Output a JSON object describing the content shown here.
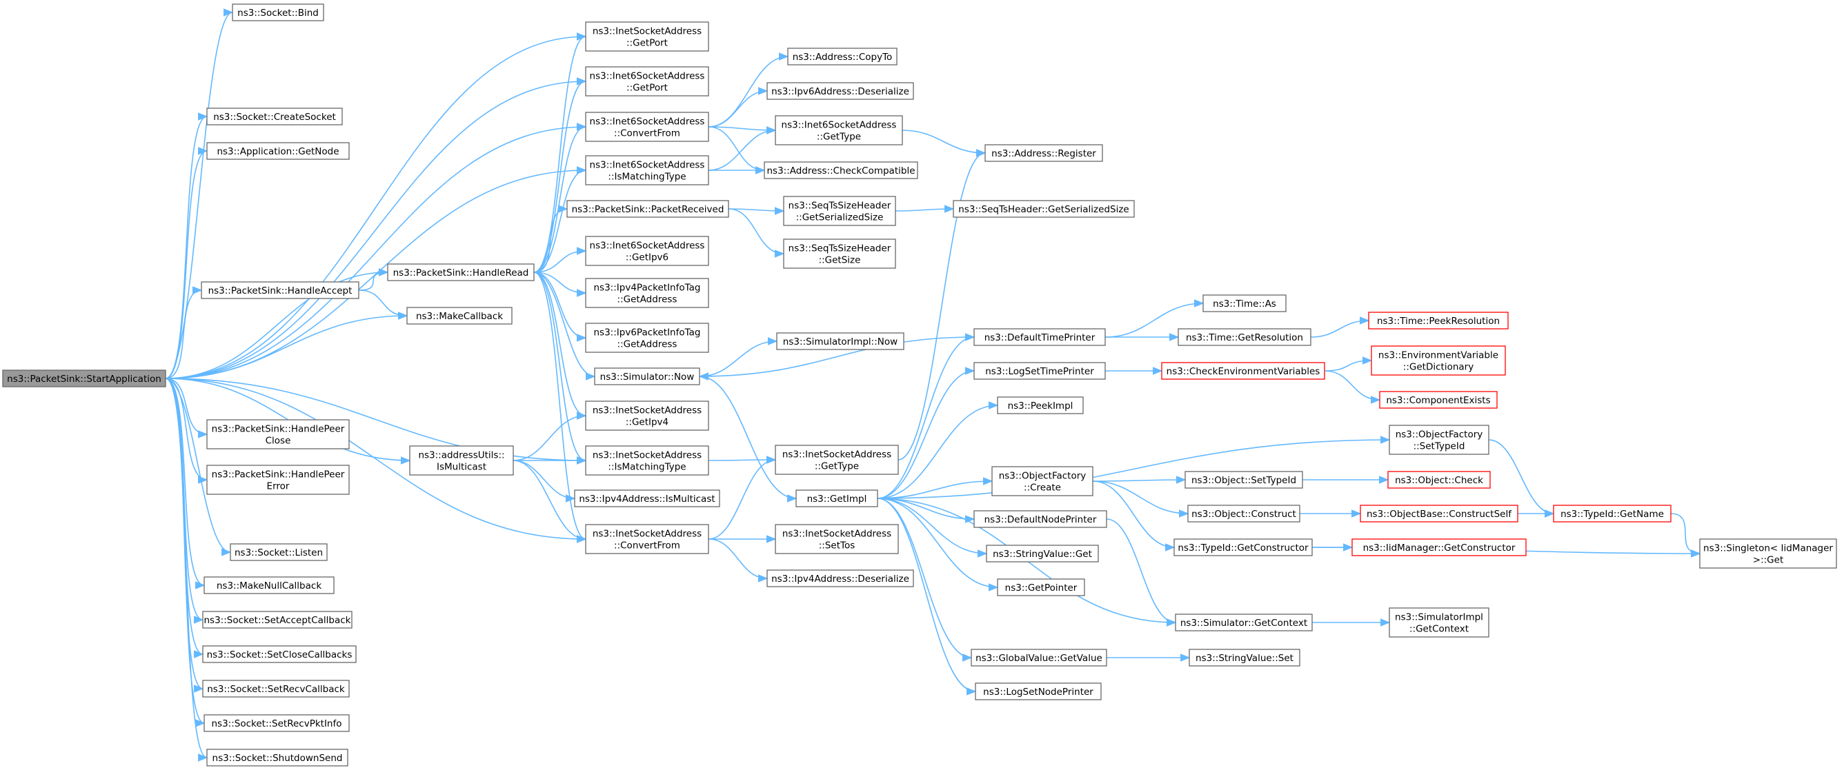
{
  "colors": {
    "edge": "#63b8ff",
    "border": "#666666",
    "red_border": "#ff0000",
    "root_fill": "#999999",
    "background": "#ffffff"
  },
  "nodes": [
    {
      "id": "root",
      "lines": [
        "ns3::PacketSink::StartApplication"
      ],
      "style": "root"
    },
    {
      "id": "sock_bind",
      "lines": [
        "ns3::Socket::Bind"
      ]
    },
    {
      "id": "inet_getport",
      "lines": [
        "ns3::InetSocketAddress",
        "::GetPort"
      ]
    },
    {
      "id": "inet6_getport",
      "lines": [
        "ns3::Inet6SocketAddress",
        "::GetPort"
      ]
    },
    {
      "id": "sock_create",
      "lines": [
        "ns3::Socket::CreateSocket"
      ]
    },
    {
      "id": "app_getnode",
      "lines": [
        "ns3::Application::GetNode"
      ]
    },
    {
      "id": "inet6_convert",
      "lines": [
        "ns3::Inet6SocketAddress",
        "::ConvertFrom"
      ]
    },
    {
      "id": "inet6_ismatch",
      "lines": [
        "ns3::Inet6SocketAddress",
        "::IsMatchingType"
      ]
    },
    {
      "id": "ps_pktrecv",
      "lines": [
        "ns3::PacketSink::PacketReceived"
      ]
    },
    {
      "id": "inet6_getipv6",
      "lines": [
        "ns3::Inet6SocketAddress",
        "::GetIpv6"
      ]
    },
    {
      "id": "ps_handleread",
      "lines": [
        "ns3::PacketSink::HandleRead"
      ]
    },
    {
      "id": "ps_handleaccept",
      "lines": [
        "ns3::PacketSink::HandleAccept"
      ]
    },
    {
      "id": "makecallback",
      "lines": [
        "ns3::MakeCallback"
      ]
    },
    {
      "id": "ipv4pkt_getaddr",
      "lines": [
        "ns3::Ipv4PacketInfoTag",
        "::GetAddress"
      ]
    },
    {
      "id": "ipv6pkt_getaddr",
      "lines": [
        "ns3::Ipv6PacketInfoTag",
        "::GetAddress"
      ]
    },
    {
      "id": "sim_now",
      "lines": [
        "ns3::Simulator::Now"
      ]
    },
    {
      "id": "inet_getipv4",
      "lines": [
        "ns3::InetSocketAddress",
        "::GetIpv4"
      ]
    },
    {
      "id": "ps_peerclose",
      "lines": [
        "ns3::PacketSink::HandlePeer",
        "Close"
      ]
    },
    {
      "id": "addr_ismulticast",
      "lines": [
        "ns3::addressUtils::",
        "IsMulticast"
      ]
    },
    {
      "id": "inet_ismatch",
      "lines": [
        "ns3::InetSocketAddress",
        "::IsMatchingType"
      ]
    },
    {
      "id": "ps_peererror",
      "lines": [
        "ns3::PacketSink::HandlePeer",
        "Error"
      ]
    },
    {
      "id": "ipv4_ismulticast",
      "lines": [
        "ns3::Ipv4Address::IsMulticast"
      ]
    },
    {
      "id": "inet_convert",
      "lines": [
        "ns3::InetSocketAddress",
        "::ConvertFrom"
      ]
    },
    {
      "id": "sock_listen",
      "lines": [
        "ns3::Socket::Listen"
      ]
    },
    {
      "id": "makenullcb",
      "lines": [
        "ns3::MakeNullCallback"
      ]
    },
    {
      "id": "sock_setaccept",
      "lines": [
        "ns3::Socket::SetAcceptCallback"
      ]
    },
    {
      "id": "sock_setclose",
      "lines": [
        "ns3::Socket::SetCloseCallbacks"
      ]
    },
    {
      "id": "sock_setrecv",
      "lines": [
        "ns3::Socket::SetRecvCallback"
      ]
    },
    {
      "id": "sock_setrecvpkt",
      "lines": [
        "ns3::Socket::SetRecvPktInfo"
      ]
    },
    {
      "id": "sock_shutdown",
      "lines": [
        "ns3::Socket::ShutdownSend"
      ]
    },
    {
      "id": "addr_copyto",
      "lines": [
        "ns3::Address::CopyTo"
      ]
    },
    {
      "id": "ipv6_deser",
      "lines": [
        "ns3::Ipv6Address::Deserialize"
      ]
    },
    {
      "id": "inet6_gettype",
      "lines": [
        "ns3::Inet6SocketAddress",
        "::GetType"
      ]
    },
    {
      "id": "addr_checkcompat",
      "lines": [
        "ns3::Address::CheckCompatible"
      ]
    },
    {
      "id": "seqts_getser",
      "lines": [
        "ns3::SeqTsSizeHeader",
        "::GetSerializedSize"
      ]
    },
    {
      "id": "seqts_getsize",
      "lines": [
        "ns3::SeqTsSizeHeader",
        "::GetSize"
      ]
    },
    {
      "id": "simimpl_now",
      "lines": [
        "ns3::SimulatorImpl::Now"
      ]
    },
    {
      "id": "inet_gettype",
      "lines": [
        "ns3::InetSocketAddress",
        "::GetType"
      ]
    },
    {
      "id": "getimpl",
      "lines": [
        "ns3::GetImpl"
      ]
    },
    {
      "id": "inet_settos",
      "lines": [
        "ns3::InetSocketAddress",
        "::SetTos"
      ]
    },
    {
      "id": "ipv4_deser",
      "lines": [
        "ns3::Ipv4Address::Deserialize"
      ]
    },
    {
      "id": "addr_register",
      "lines": [
        "ns3::Address::Register"
      ]
    },
    {
      "id": "seqtshdr_getser",
      "lines": [
        "ns3::SeqTsHeader::GetSerializedSize"
      ]
    },
    {
      "id": "deftimeprinter",
      "lines": [
        "ns3::DefaultTimePrinter"
      ]
    },
    {
      "id": "logsettime",
      "lines": [
        "ns3::LogSetTimePrinter"
      ]
    },
    {
      "id": "peekimpl",
      "lines": [
        "ns3::PeekImpl"
      ]
    },
    {
      "id": "objfact_create",
      "lines": [
        "ns3::ObjectFactory",
        "::Create"
      ]
    },
    {
      "id": "defnodeprinter",
      "lines": [
        "ns3::DefaultNodePrinter"
      ]
    },
    {
      "id": "strval_get",
      "lines": [
        "ns3::StringValue::Get"
      ]
    },
    {
      "id": "getpointer",
      "lines": [
        "ns3::GetPointer"
      ]
    },
    {
      "id": "globval_getvalue",
      "lines": [
        "ns3::GlobalValue::GetValue"
      ]
    },
    {
      "id": "logsetnode",
      "lines": [
        "ns3::LogSetNodePrinter"
      ]
    },
    {
      "id": "time_as",
      "lines": [
        "ns3::Time::As"
      ]
    },
    {
      "id": "time_getres",
      "lines": [
        "ns3::Time::GetResolution"
      ]
    },
    {
      "id": "checkenv",
      "lines": [
        "ns3::CheckEnvironmentVariables"
      ],
      "style": "red"
    },
    {
      "id": "obj_settypeid",
      "lines": [
        "ns3::Object::SetTypeId"
      ]
    },
    {
      "id": "obj_construct",
      "lines": [
        "ns3::Object::Construct"
      ]
    },
    {
      "id": "typeid_getctor",
      "lines": [
        "ns3::TypeId::GetConstructor"
      ]
    },
    {
      "id": "sim_getcontext",
      "lines": [
        "ns3::Simulator::GetContext"
      ]
    },
    {
      "id": "strval_set",
      "lines": [
        "ns3::StringValue::Set"
      ]
    },
    {
      "id": "time_peekres",
      "lines": [
        "ns3::Time::PeekResolution"
      ],
      "style": "red"
    },
    {
      "id": "envvar_getdict",
      "lines": [
        "ns3::EnvironmentVariable",
        "::GetDictionary"
      ],
      "style": "red"
    },
    {
      "id": "compexists",
      "lines": [
        "ns3::ComponentExists"
      ],
      "style": "red"
    },
    {
      "id": "objfact_settypeid",
      "lines": [
        "ns3::ObjectFactory",
        "::SetTypeId"
      ]
    },
    {
      "id": "obj_check",
      "lines": [
        "ns3::Object::Check"
      ],
      "style": "red"
    },
    {
      "id": "objbase_constructself",
      "lines": [
        "ns3::ObjectBase::ConstructSelf"
      ],
      "style": "red"
    },
    {
      "id": "iidmgr_getctor",
      "lines": [
        "ns3::IidManager::GetConstructor"
      ],
      "style": "red"
    },
    {
      "id": "simimpl_getcontext",
      "lines": [
        "ns3::SimulatorImpl",
        "::GetContext"
      ]
    },
    {
      "id": "typeid_getname",
      "lines": [
        "ns3::TypeId::GetName"
      ],
      "style": "red"
    },
    {
      "id": "singleton_get",
      "lines": [
        "ns3::Singleton< IidManager",
        ">::Get"
      ]
    }
  ],
  "edges": [
    [
      "root",
      "sock_bind"
    ],
    [
      "root",
      "inet_getport"
    ],
    [
      "root",
      "inet6_getport"
    ],
    [
      "root",
      "sock_create"
    ],
    [
      "root",
      "app_getnode"
    ],
    [
      "root",
      "inet6_convert"
    ],
    [
      "root",
      "inet6_ismatch"
    ],
    [
      "root",
      "ps_handleaccept"
    ],
    [
      "root",
      "ps_handleread"
    ],
    [
      "root",
      "makecallback"
    ],
    [
      "root",
      "ps_peerclose"
    ],
    [
      "root",
      "addr_ismulticast"
    ],
    [
      "root",
      "inet_ismatch"
    ],
    [
      "root",
      "ps_peererror"
    ],
    [
      "root",
      "inet_convert"
    ],
    [
      "root",
      "sock_listen"
    ],
    [
      "root",
      "makenullcb"
    ],
    [
      "root",
      "sock_setaccept"
    ],
    [
      "root",
      "sock_setclose"
    ],
    [
      "root",
      "sock_setrecv"
    ],
    [
      "root",
      "sock_setrecvpkt"
    ],
    [
      "root",
      "sock_shutdown"
    ],
    [
      "ps_handleaccept",
      "ps_handleread"
    ],
    [
      "ps_handleaccept",
      "makecallback"
    ],
    [
      "ps_handleread",
      "inet_getport"
    ],
    [
      "ps_handleread",
      "inet6_getport"
    ],
    [
      "ps_handleread",
      "inet6_convert"
    ],
    [
      "ps_handleread",
      "inet6_ismatch"
    ],
    [
      "ps_handleread",
      "ps_pktrecv"
    ],
    [
      "ps_handleread",
      "inet6_getipv6"
    ],
    [
      "ps_handleread",
      "ipv4pkt_getaddr"
    ],
    [
      "ps_handleread",
      "ipv6pkt_getaddr"
    ],
    [
      "ps_handleread",
      "sim_now"
    ],
    [
      "ps_handleread",
      "inet_getipv4"
    ],
    [
      "ps_handleread",
      "inet_ismatch"
    ],
    [
      "ps_handleread",
      "inet_convert"
    ],
    [
      "inet6_convert",
      "addr_copyto"
    ],
    [
      "inet6_convert",
      "ipv6_deser"
    ],
    [
      "inet6_convert",
      "inet6_gettype"
    ],
    [
      "inet6_convert",
      "addr_checkcompat"
    ],
    [
      "inet6_ismatch",
      "inet6_gettype"
    ],
    [
      "inet6_ismatch",
      "addr_checkcompat"
    ],
    [
      "ps_pktrecv",
      "seqts_getser"
    ],
    [
      "ps_pktrecv",
      "seqts_getsize"
    ],
    [
      "inet6_gettype",
      "addr_register"
    ],
    [
      "seqts_getser",
      "seqtshdr_getser"
    ],
    [
      "sim_now",
      "simimpl_now"
    ],
    [
      "sim_now",
      "getimpl"
    ],
    [
      "addr_ismulticast",
      "inet_getipv4"
    ],
    [
      "addr_ismulticast",
      "inet_ismatch"
    ],
    [
      "addr_ismulticast",
      "ipv4_ismulticast"
    ],
    [
      "addr_ismulticast",
      "inet_convert"
    ],
    [
      "inet_ismatch",
      "inet_gettype"
    ],
    [
      "inet_convert",
      "inet_gettype"
    ],
    [
      "inet_convert",
      "inet_settos"
    ],
    [
      "inet_convert",
      "ipv4_deser"
    ],
    [
      "inet_gettype",
      "addr_register"
    ],
    [
      "getimpl",
      "deftimeprinter"
    ],
    [
      "getimpl",
      "logsettime"
    ],
    [
      "getimpl",
      "peekimpl"
    ],
    [
      "getimpl",
      "objfact_settypeid"
    ],
    [
      "getimpl",
      "objfact_create"
    ],
    [
      "getimpl",
      "defnodeprinter"
    ],
    [
      "getimpl",
      "strval_get"
    ],
    [
      "getimpl",
      "getpointer"
    ],
    [
      "getimpl",
      "sim_getcontext"
    ],
    [
      "getimpl",
      "globval_getvalue"
    ],
    [
      "getimpl",
      "logsetnode"
    ],
    [
      "deftimeprinter",
      "sim_now"
    ],
    [
      "deftimeprinter",
      "time_as"
    ],
    [
      "deftimeprinter",
      "time_getres"
    ],
    [
      "time_getres",
      "time_peekres"
    ],
    [
      "logsettime",
      "checkenv"
    ],
    [
      "checkenv",
      "envvar_getdict"
    ],
    [
      "checkenv",
      "compexists"
    ],
    [
      "objfact_create",
      "obj_settypeid"
    ],
    [
      "objfact_create",
      "obj_construct"
    ],
    [
      "objfact_create",
      "typeid_getctor"
    ],
    [
      "defnodeprinter",
      "sim_getcontext"
    ],
    [
      "obj_settypeid",
      "obj_check"
    ],
    [
      "obj_construct",
      "objbase_constructself"
    ],
    [
      "objbase_constructself",
      "typeid_getname"
    ],
    [
      "typeid_getctor",
      "iidmgr_getctor"
    ],
    [
      "typeid_getctor",
      "singleton_get"
    ],
    [
      "sim_getcontext",
      "simimpl_getcontext"
    ],
    [
      "globval_getvalue",
      "strval_set"
    ],
    [
      "objfact_settypeid",
      "typeid_getname"
    ],
    [
      "typeid_getname",
      "singleton_get"
    ]
  ]
}
